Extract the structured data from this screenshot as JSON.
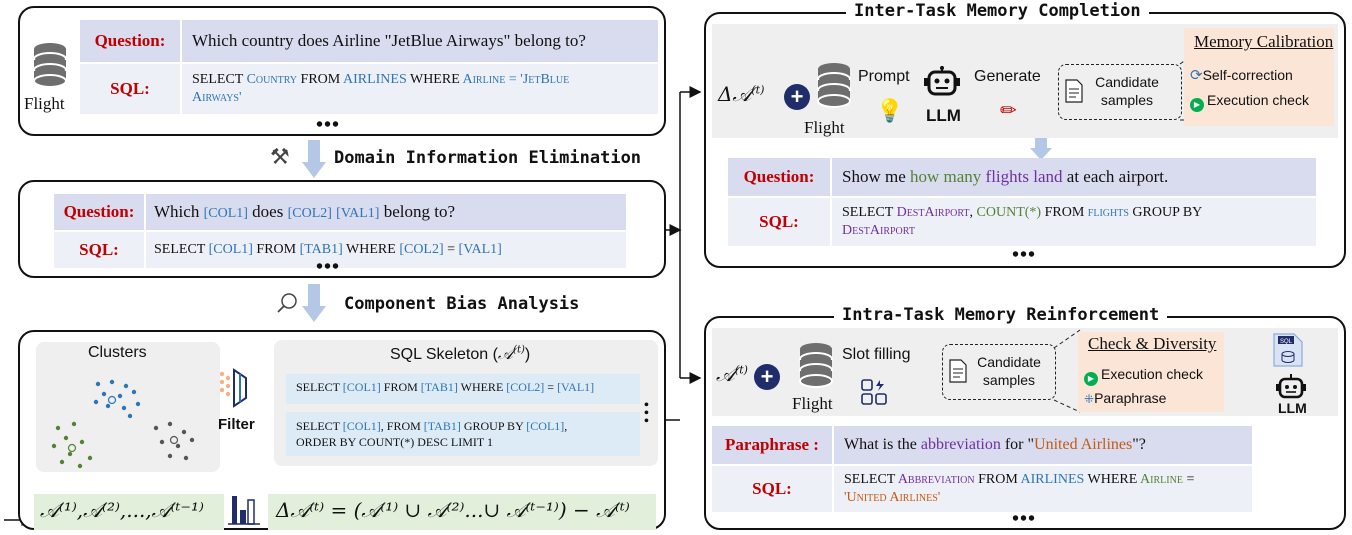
{
  "top_left": {
    "db_label": "Flight",
    "question_label": "Question:",
    "question_text": "Which country does Airline \"JetBlue Airways\" belong to?",
    "sql_label": "SQL:",
    "sql_parts": [
      "SELECT ",
      "Country",
      " FROM ",
      "AIRLINES",
      " WHERE ",
      "Airline = 'JetBlue",
      "Airways'"
    ],
    "dots": "•••"
  },
  "step1": {
    "label": "Domain Information Elimination"
  },
  "mid_left": {
    "question_label": "Question:",
    "question_parts": [
      "Which ",
      "[COL1]",
      " does ",
      "[COL2]",
      " ",
      "[VAL1]",
      " belong to?"
    ],
    "sql_label": "SQL:",
    "sql_parts": [
      "SELECT ",
      "[COL1]",
      " FROM ",
      "[TAB1]",
      " WHERE ",
      "[COL2]",
      " = ",
      "[VAL1]"
    ],
    "dots": "•••"
  },
  "step2": {
    "label": "Component Bias Analysis"
  },
  "bottom_left": {
    "clusters_label": "Clusters",
    "filter_label": "Filter",
    "skeleton_title": "SQL Skeleton (",
    "skeleton_title_math": "𝒜",
    "skeleton_title_sup": "(t)",
    "skeleton_title_end": ")",
    "skel1_parts": [
      "SELECT ",
      "[COL1]",
      " FROM ",
      "[TAB1]",
      " WHERE ",
      "[COL2]",
      " = ",
      "[VAL1]"
    ],
    "skel2_line1_parts": [
      "SELECT ",
      "[COL1]",
      ",  FROM ",
      "[TAB1]",
      " GROUP BY ",
      "[COL1]",
      ","
    ],
    "skel2_line2": "ORDER BY COUNT(*) DESC LIMIT 1",
    "formula_left": "𝒜⁽¹⁾,𝒜⁽²⁾,...,𝒜⁽ᵗ⁻¹⁾",
    "formula_right": "Δ𝒜⁽ᵗ⁾ = (𝒜⁽¹⁾ ∪ 𝒜⁽²⁾...∪ 𝒜⁽ᵗ⁻¹⁾) − 𝒜⁽ᵗ⁾"
  },
  "inter": {
    "title": "Inter-Task Memory Completion",
    "delta_label": "Δ𝒜",
    "delta_sup": "(t)",
    "db_label": "Flight",
    "prompt_label": "Prompt",
    "llm_label": "LLM",
    "generate_label": "Generate",
    "candidate_label": "Candidate samples",
    "calib_title": "Memory Calibration",
    "calib_items": [
      "Self-correction",
      "Execution check"
    ],
    "question_label": "Question:",
    "question_parts": [
      "Show me ",
      "how many",
      " ",
      "flights",
      " ",
      "land",
      " at each airport."
    ],
    "sql_label": "SQL:",
    "sql_parts": [
      "SELECT ",
      "DestAirport",
      ", ",
      "COUNT(*)",
      " FROM ",
      "flights",
      " GROUP BY",
      "DestAirport"
    ],
    "dots": "•••"
  },
  "intra": {
    "title": "Intra-Task Memory Reinforcement",
    "a_label": "𝒜",
    "a_sup": "(t)",
    "db_label": "Flight",
    "slot_label": "Slot filling",
    "candidate_label": "Candidate samples",
    "check_title": "Check & Diversity",
    "check_items": [
      "Execution check",
      "Paraphrase"
    ],
    "llm_label": "LLM",
    "sql_icon_text": "SQL",
    "para_label": "Paraphrase :",
    "para_parts": [
      "What is the ",
      "abbreviation",
      " for \"",
      "United Airlines",
      "\"?"
    ],
    "sql_label": "SQL:",
    "sql_parts": [
      "SELECT ",
      "Abbreviation",
      " FROM ",
      "AIRLINES",
      " WHERE ",
      "Airline",
      " =",
      "'United Airlines'"
    ],
    "dots": "•••"
  },
  "colors": {
    "red": "#c00000",
    "blue": "#2e75b6",
    "purple": "#7030a0",
    "green": "#548235",
    "orange": "#c55a11",
    "navy": "#1f2d6b"
  }
}
